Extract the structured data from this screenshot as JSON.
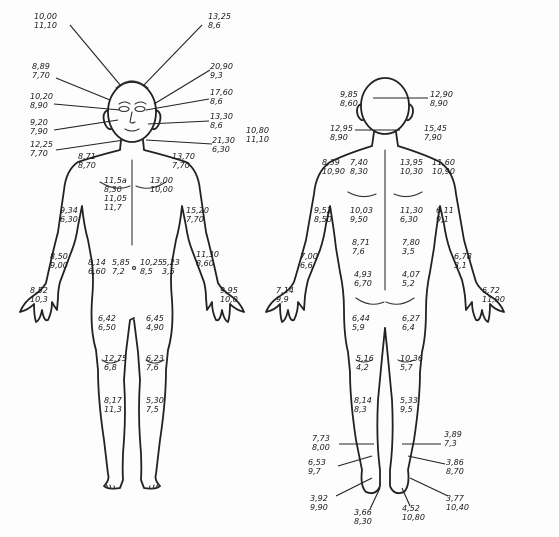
{
  "labels": [
    {
      "id": "head-top-left",
      "a": "10,00",
      "b": "11,10"
    },
    {
      "id": "head-top-right",
      "a": "13,25",
      "b": "8,6"
    },
    {
      "id": "forehead-left",
      "a": "8,89",
      "b": "7,70"
    },
    {
      "id": "temple-right",
      "a": "20,90",
      "b": "9,3"
    },
    {
      "id": "eye-left",
      "a": "10,20",
      "b": "8,90"
    },
    {
      "id": "eye-right",
      "a": "17,60",
      "b": "8,6"
    },
    {
      "id": "cheek-left",
      "a": "9,20",
      "b": "7,90"
    },
    {
      "id": "cheek-right",
      "a": "13,30",
      "b": "8,6"
    },
    {
      "id": "ear-right",
      "a": "10,80",
      "b": "11,10"
    },
    {
      "id": "neck-left",
      "a": "12,25",
      "b": "7,70"
    },
    {
      "id": "neck-right",
      "a": "21,30",
      "b": "6,30"
    },
    {
      "id": "shoulder-front-right",
      "a": "8,71",
      "b": "8,70"
    },
    {
      "id": "shoulder-front-left",
      "a": "13,70",
      "b": "7,70"
    },
    {
      "id": "chest-right",
      "a": "11,5a",
      "b": "8,30"
    },
    {
      "id": "chest-left",
      "a": "13,00",
      "b": "10,00"
    },
    {
      "id": "sternum",
      "a": "11,05",
      "b": "11,7"
    },
    {
      "id": "arm-front-right",
      "a": "9,34",
      "b": "6,30"
    },
    {
      "id": "arm-front-left",
      "a": "15,20",
      "b": "7,70"
    },
    {
      "id": "forearm-front-right",
      "a": "8,50",
      "b": "9,00"
    },
    {
      "id": "abdomen-1",
      "a": "8,14",
      "b": "6,60"
    },
    {
      "id": "abdomen-2",
      "a": "5,85",
      "b": "7,2"
    },
    {
      "id": "abdomen-3",
      "a": "10,25",
      "b": "8,5"
    },
    {
      "id": "abdomen-4",
      "a": "5,23",
      "b": "3,5"
    },
    {
      "id": "forearm-front-left",
      "a": "11,30",
      "b": "8,60"
    },
    {
      "id": "hand-front-right",
      "a": "8,52",
      "b": "10,3"
    },
    {
      "id": "hand-front-left",
      "a": "9,95",
      "b": "10,0"
    },
    {
      "id": "thigh-front-right",
      "a": "6,42",
      "b": "6,50"
    },
    {
      "id": "thigh-front-left",
      "a": "6,45",
      "b": "4,90"
    },
    {
      "id": "knee-front-right",
      "a": "12,75",
      "b": "6,8"
    },
    {
      "id": "knee-front-left",
      "a": "6,23",
      "b": "7,6"
    },
    {
      "id": "shin-front-right",
      "a": "8,17",
      "b": "11,3"
    },
    {
      "id": "shin-front-left",
      "a": "5,30",
      "b": "7,5"
    },
    {
      "id": "back-head-left",
      "a": "9,85",
      "b": "8,60"
    },
    {
      "id": "back-head-right",
      "a": "12,90",
      "b": "8,90"
    },
    {
      "id": "back-neck-left",
      "a": "12,95",
      "b": "8,90"
    },
    {
      "id": "back-neck-right",
      "a": "15,45",
      "b": "7,90"
    },
    {
      "id": "back-shoulder-1",
      "a": "8,39",
      "b": "10,90"
    },
    {
      "id": "back-shoulder-2",
      "a": "7,40",
      "b": "8,30"
    },
    {
      "id": "back-shoulder-3",
      "a": "13,95",
      "b": "10,30"
    },
    {
      "id": "back-shoulder-4",
      "a": "11,60",
      "b": "10,90"
    },
    {
      "id": "back-arm-1",
      "a": "9,52",
      "b": "8,50"
    },
    {
      "id": "back-upper-1",
      "a": "10,03",
      "b": "9,50"
    },
    {
      "id": "back-upper-2",
      "a": "11,30",
      "b": "6,30"
    },
    {
      "id": "back-arm-2",
      "a": "6,11",
      "b": "9,1"
    },
    {
      "id": "back-forearm-1",
      "a": "7,00",
      "b": "6,6"
    },
    {
      "id": "back-lower-1",
      "a": "8,71",
      "b": "7,6"
    },
    {
      "id": "back-lower-2",
      "a": "7,80",
      "b": "3,5"
    },
    {
      "id": "back-forearm-2",
      "a": "6,78",
      "b": "3,1"
    },
    {
      "id": "buttock-1",
      "a": "4,93",
      "b": "6,70"
    },
    {
      "id": "buttock-2",
      "a": "4,07",
      "b": "5,2"
    },
    {
      "id": "back-hand-1",
      "a": "7,14",
      "b": "9,9"
    },
    {
      "id": "back-hand-2",
      "a": "6,72",
      "b": "11,90"
    },
    {
      "id": "back-thigh-1",
      "a": "6,44",
      "b": "5,9"
    },
    {
      "id": "back-thigh-2",
      "a": "6,27",
      "b": "6,4"
    },
    {
      "id": "back-knee-1",
      "a": "5,16",
      "b": "4,2"
    },
    {
      "id": "back-knee-2",
      "a": "10,36",
      "b": "5,7"
    },
    {
      "id": "calf-1",
      "a": "8,14",
      "b": "8,3"
    },
    {
      "id": "calf-2",
      "a": "5,33",
      "b": "9,5"
    },
    {
      "id": "ankle-left",
      "a": "7,73",
      "b": "8,00"
    },
    {
      "id": "ankle-right",
      "a": "3,89",
      "b": "7,3"
    },
    {
      "id": "heel-left",
      "a": "6,53",
      "b": "9,7"
    },
    {
      "id": "heel-right",
      "a": "3,86",
      "b": "8,70"
    },
    {
      "id": "sole-1",
      "a": "3,92",
      "b": "9,90"
    },
    {
      "id": "sole-2",
      "a": "3,66",
      "b": "8,30"
    },
    {
      "id": "sole-3",
      "a": "4,52",
      "b": "10,80"
    },
    {
      "id": "sole-4",
      "a": "3,77",
      "b": "10,40"
    }
  ]
}
